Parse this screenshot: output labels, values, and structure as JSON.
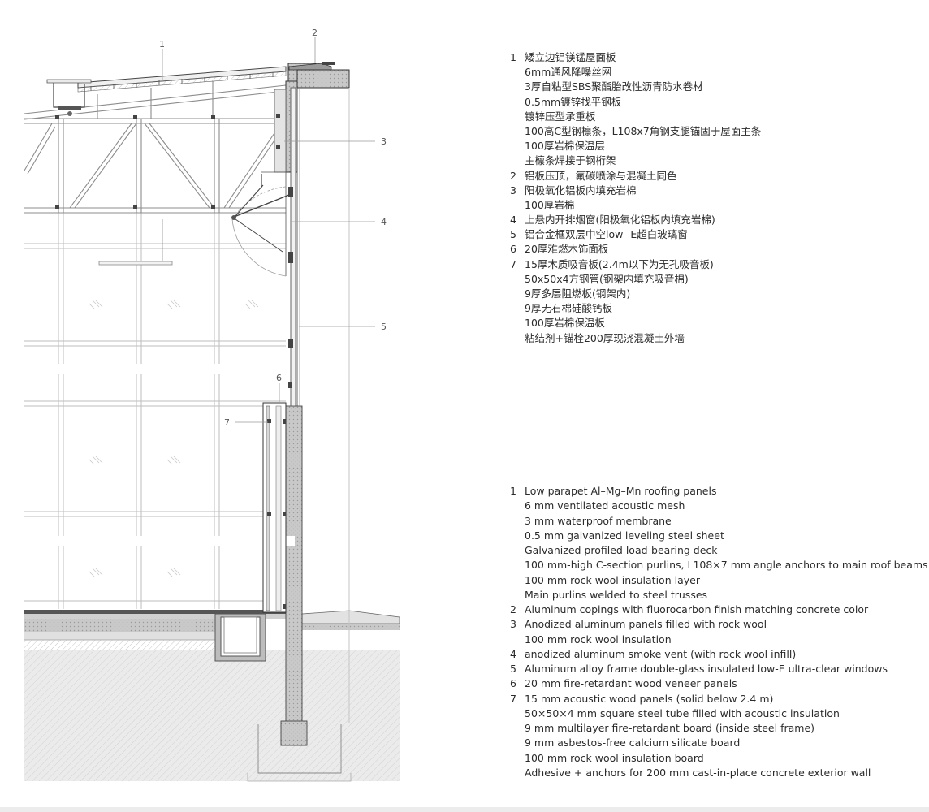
{
  "callouts": [
    "1",
    "2",
    "3",
    "4",
    "5",
    "6",
    "7"
  ],
  "legend_zh": [
    {
      "num": "1",
      "text": "矮立边铝镁锰屋面板"
    },
    {
      "num": "",
      "text": "6mm通风降噪丝网"
    },
    {
      "num": "",
      "text": "3厚自粘型SBS聚酯胎改性沥青防水卷材"
    },
    {
      "num": "",
      "text": "0.5mm镀锌找平钢板"
    },
    {
      "num": "",
      "text": "镀锌压型承重板"
    },
    {
      "num": "",
      "text": "100高C型钢檩条，L108x7角钢支腿锚固于屋面主条"
    },
    {
      "num": "",
      "text": "100厚岩棉保温层"
    },
    {
      "num": "",
      "text": "主檩条焊接于钢桁架"
    },
    {
      "num": "2",
      "text": "铝板压顶，氟碳喷涂与混凝土同色"
    },
    {
      "num": "3",
      "text": "阳极氧化铝板内填充岩棉"
    },
    {
      "num": "",
      "text": "100厚岩棉"
    },
    {
      "num": "4",
      "text": "上悬内开排烟窗(阳极氧化铝板内填充岩棉)"
    },
    {
      "num": "5",
      "text": "铝合金框双层中空low--E超白玻璃窗"
    },
    {
      "num": "6",
      "text": "20厚难燃木饰面板"
    },
    {
      "num": "7",
      "text": "15厚木质吸音板(2.4m以下为无孔吸音板)"
    },
    {
      "num": "",
      "text": "50x50x4方钢管(钢架内填充吸音棉)"
    },
    {
      "num": "",
      "text": "9厚多层阻燃板(钢架内)"
    },
    {
      "num": "",
      "text": "9厚无石棉硅酸钙板"
    },
    {
      "num": "",
      "text": "100厚岩棉保温板"
    },
    {
      "num": "",
      "text": "粘结剂+锚栓200厚现浇混凝土外墙"
    }
  ],
  "legend_en": [
    {
      "num": "1",
      "text": "Low parapet Al–Mg–Mn roofing panels"
    },
    {
      "num": "",
      "text": "6 mm ventilated acoustic mesh"
    },
    {
      "num": "",
      "text": "3 mm waterproof membrane"
    },
    {
      "num": "",
      "text": "0.5 mm galvanized leveling steel sheet"
    },
    {
      "num": "",
      "text": "Galvanized profiled load-bearing deck"
    },
    {
      "num": "",
      "text": "100 mm-high C-section purlins, L108×7 mm angle anchors to main roof beams"
    },
    {
      "num": "",
      "text": "100 mm rock wool insulation layer"
    },
    {
      "num": "",
      "text": "Main purlins welded to steel trusses"
    },
    {
      "num": "2",
      "text": "Aluminum copings with fluorocarbon finish matching concrete color"
    },
    {
      "num": "3",
      "text": "Anodized aluminum panels filled with rock wool"
    },
    {
      "num": "",
      "text": "100 mm rock wool insulation"
    },
    {
      "num": "4",
      "text": "anodized aluminum smoke vent (with rock wool infill)"
    },
    {
      "num": "5",
      "text": "Aluminum alloy frame double-glass insulated low-E ultra-clear windows"
    },
    {
      "num": "6",
      "text": "20 mm fire-retardant wood veneer panels"
    },
    {
      "num": "7",
      "text": "15 mm acoustic wood panels (solid below 2.4 m)"
    },
    {
      "num": "",
      "text": "50×50×4 mm square steel tube filled with acoustic insulation"
    },
    {
      "num": "",
      "text": "9 mm multilayer fire-retardant board (inside steel frame)"
    },
    {
      "num": "",
      "text": "9 mm asbestos-free calcium silicate board"
    },
    {
      "num": "",
      "text": "100 mm rock wool insulation board"
    },
    {
      "num": "",
      "text": "Adhesive + anchors for 200 mm cast-in-place concrete exterior wall"
    }
  ],
  "colors": {
    "line": "#8a8a8a",
    "line_dark": "#3a3a3a",
    "concrete": "#c4c4c4",
    "ground": "#e6e6e6",
    "insulation": "#d9d9d9"
  }
}
